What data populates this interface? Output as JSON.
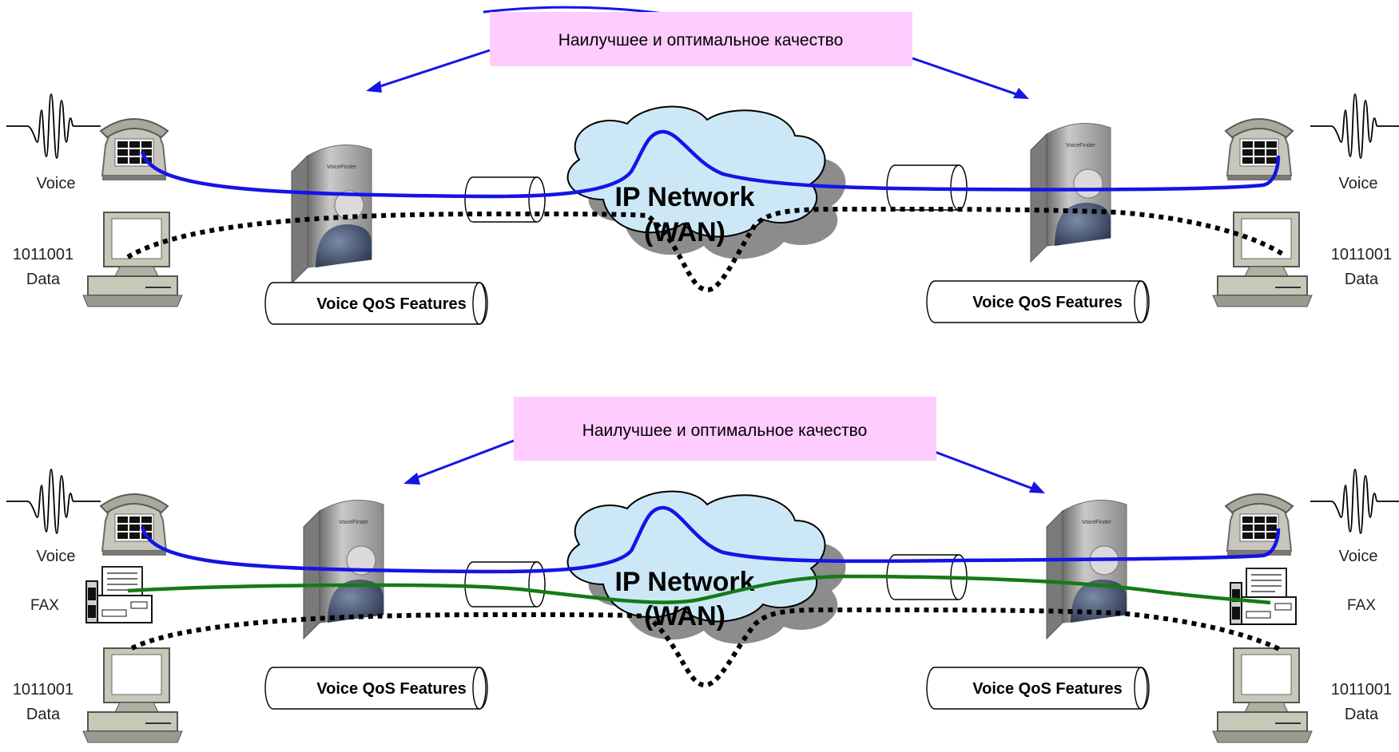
{
  "panels": [
    {
      "quality_banner": "Наилучшее и оптимальное качество",
      "network": {
        "line1": "IP Network",
        "line2": "(WAN)"
      },
      "left_qos": "Voice QoS Features",
      "right_qos": "Voice QoS Features",
      "left_voice": "Voice",
      "right_voice": "Voice",
      "left_data_bits": "1011001",
      "left_data": "Data",
      "right_data_bits": "1011001",
      "right_data": "Data"
    },
    {
      "quality_banner": "Наилучшее и оптимальное качество",
      "network": {
        "line1": "IP Network",
        "line2": "(WAN)"
      },
      "left_qos": "Voice QoS Features",
      "right_qos": "Voice QoS Features",
      "left_voice": "Voice",
      "right_voice": "Voice",
      "left_fax": "FAX",
      "right_fax": "FAX",
      "left_data_bits": "1011001",
      "left_data": "Data",
      "right_data_bits": "1011001",
      "right_data": "Data"
    }
  ],
  "colors": {
    "banner_fill": "#ffccff",
    "cloud_fill": "#cce8f6",
    "cloud_shadow": "#8c8c8c",
    "voice_line": "#1414e6",
    "fax_line": "#157a15",
    "data_line": "#000000",
    "device_body": "#c4c4bc",
    "device_dark": "#5a646e"
  },
  "icons": [
    "telephone-icon",
    "computer-icon",
    "fax-machine-icon",
    "voip-gateway-icon",
    "sound-wave-icon",
    "cloud-icon",
    "tunnel-pipe-icon"
  ]
}
